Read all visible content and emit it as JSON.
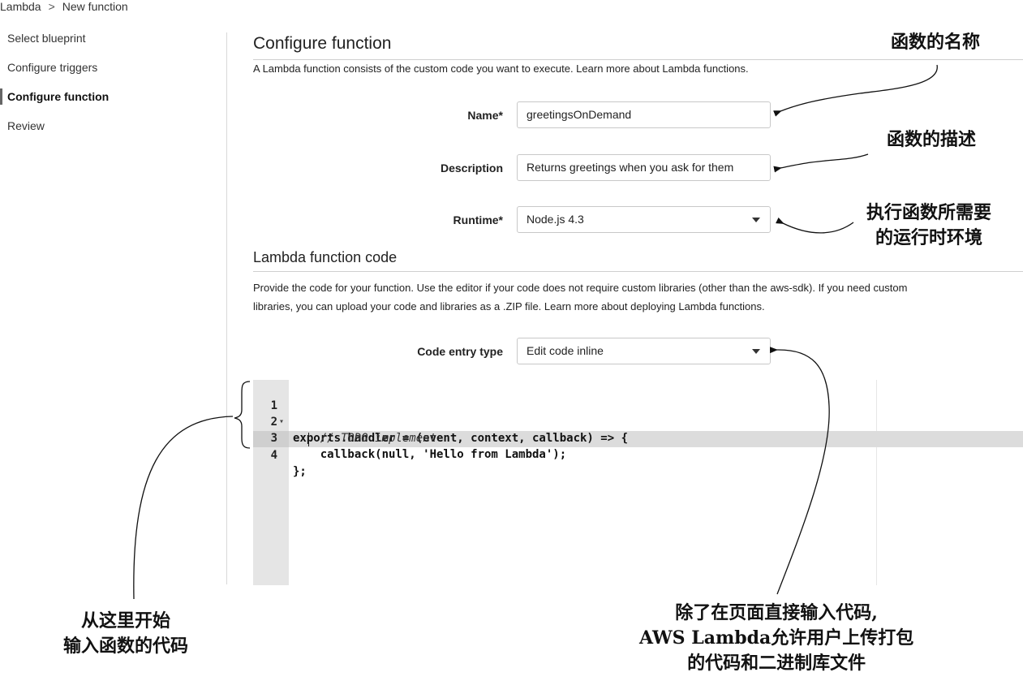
{
  "breadcrumb": {
    "root": "Lambda",
    "separator": ">",
    "current": "New function"
  },
  "sidebar": {
    "items": [
      {
        "label": "Select blueprint",
        "active": false
      },
      {
        "label": "Configure triggers",
        "active": false
      },
      {
        "label": "Configure function",
        "active": true
      },
      {
        "label": "Review",
        "active": false
      }
    ]
  },
  "configure": {
    "title": "Configure function",
    "intro": "A Lambda function consists of the custom code you want to execute. Learn more about Lambda functions.",
    "name_label": "Name*",
    "name_value": "greetingsOnDemand",
    "description_label": "Description",
    "description_value": "Returns greetings when you ask for them",
    "runtime_label": "Runtime*",
    "runtime_value": "Node.js 4.3"
  },
  "code_section": {
    "title": "Lambda function code",
    "description_line1": "Provide the code for your function. Use the editor if your code does not require custom libraries (other than the aws-sdk). If you need custom",
    "description_line2": "libraries, you can upload your code and libraries as a .ZIP file. Learn more about deploying Lambda functions.",
    "entry_type_label": "Code entry type",
    "entry_type_value": "Edit code inline"
  },
  "editor": {
    "lines": [
      {
        "number": "1",
        "text": "exports.handler = (event, context, callback) => {",
        "fold": "▾"
      },
      {
        "number": "2",
        "text": "    // TODO implement",
        "fold": ""
      },
      {
        "number": "3",
        "text": "    callback(null, 'Hello from Lambda');",
        "fold": ""
      },
      {
        "number": "4",
        "text": "};",
        "fold": ""
      }
    ]
  },
  "annotations": {
    "name": "函数的名称",
    "description": "函数的描述",
    "runtime_line1": "执行函数所需要",
    "runtime_line2": "的运行时环境",
    "code_start_line1": "从这里开始",
    "code_start_line2": "输入函数的代码",
    "upload_line1": "除了在页面直接输入代码,",
    "upload_line2": "AWS Lambda允许用户上传打包",
    "upload_line3": "的代码和二进制库文件"
  },
  "colors": {
    "background": "#ffffff",
    "gutter": "#e5e5e5",
    "active_line": "#dcdcdc",
    "border": "#c8c8c8"
  }
}
